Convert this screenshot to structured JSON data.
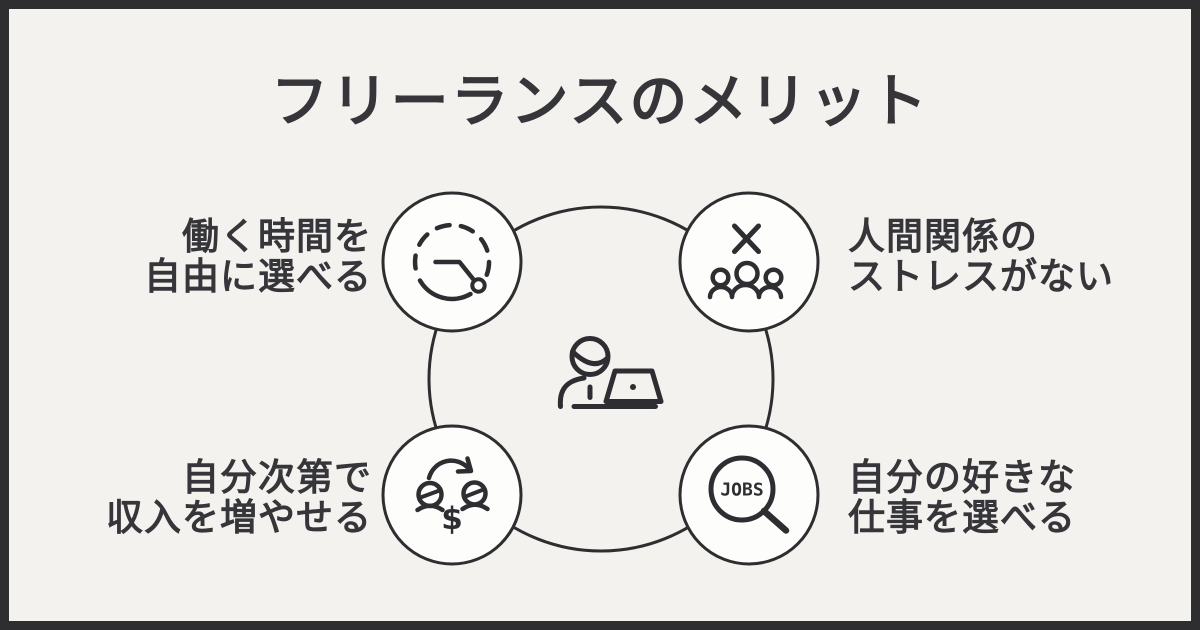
{
  "title": "フリーランスのメリット",
  "items": [
    {
      "position": "top-left",
      "icon": "clock-icon",
      "lines": [
        "働く時間を",
        "自由に選べる"
      ]
    },
    {
      "position": "top-right",
      "icon": "people-no-stress-icon",
      "lines": [
        "人間関係の",
        "ストレスがない"
      ]
    },
    {
      "position": "bottom-left",
      "icon": "money-increase-icon",
      "lines": [
        "自分次第で",
        "収入を増やせる"
      ]
    },
    {
      "position": "bottom-right",
      "icon": "job-search-icon",
      "lines": [
        "自分の好きな",
        "仕事を選べる"
      ]
    }
  ],
  "icons": {
    "center": "person-at-laptop",
    "jobs_text": "JOBS",
    "dollar_text": "$"
  },
  "colors": {
    "background": "#f4f2ee",
    "frame": "#2e2e30",
    "ink": "#35353a",
    "node_fill": "#fdfdfc"
  }
}
